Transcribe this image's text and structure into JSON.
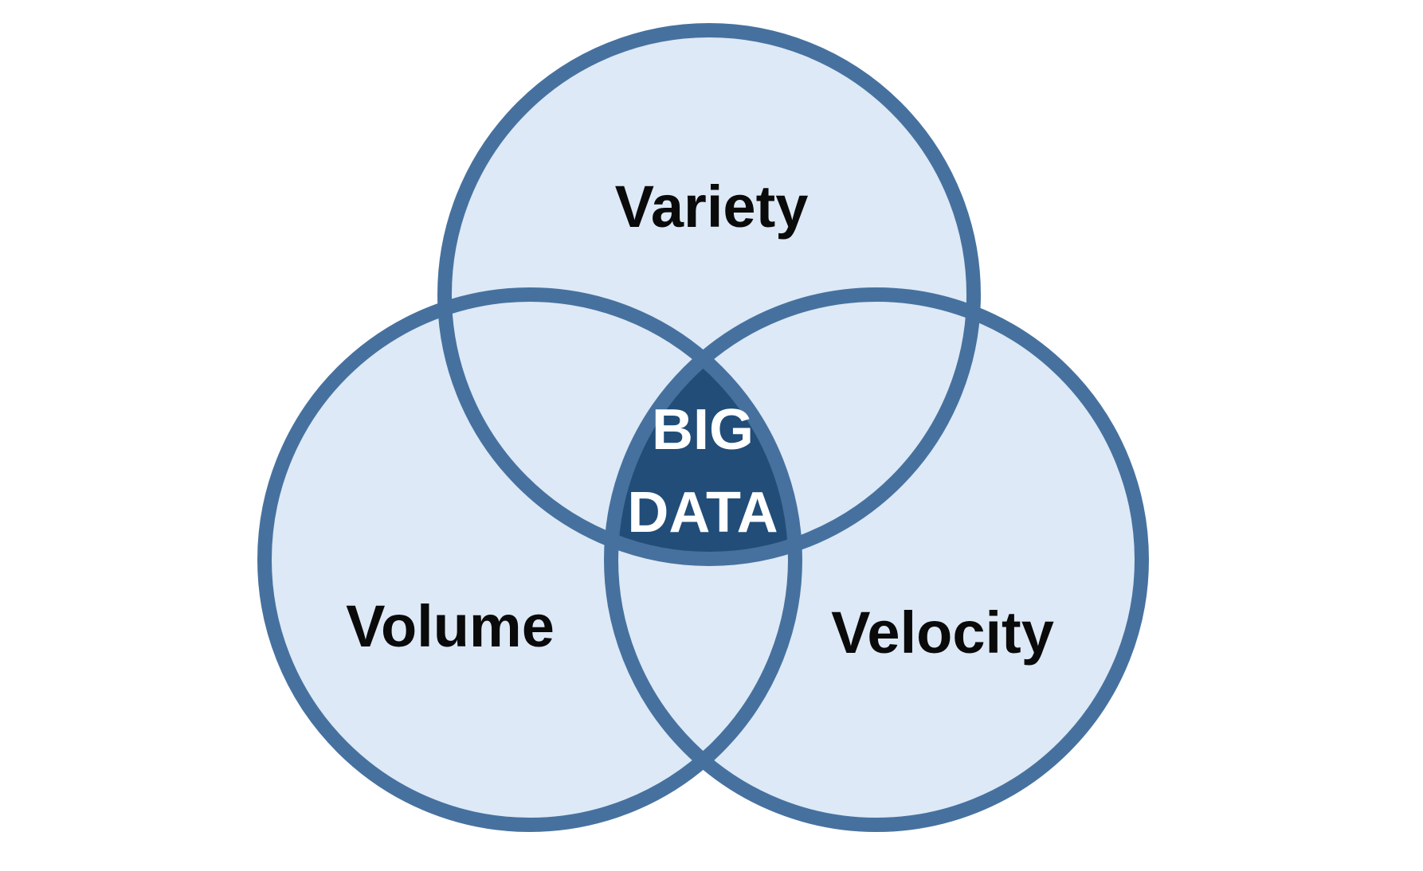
{
  "diagram": {
    "type": "venn",
    "sets": [
      {
        "id": "variety",
        "label": "Variety"
      },
      {
        "id": "volume",
        "label": "Volume"
      },
      {
        "id": "velocity",
        "label": "Velocity"
      }
    ],
    "intersection": {
      "line1": "BIG",
      "line2": "DATA"
    },
    "colors": {
      "circle_fill": "#dde9f6",
      "circle_stroke": "#46719f",
      "center_fill": "#214d78",
      "label_text": "#0a0a0a",
      "center_text": "#ffffff"
    }
  }
}
